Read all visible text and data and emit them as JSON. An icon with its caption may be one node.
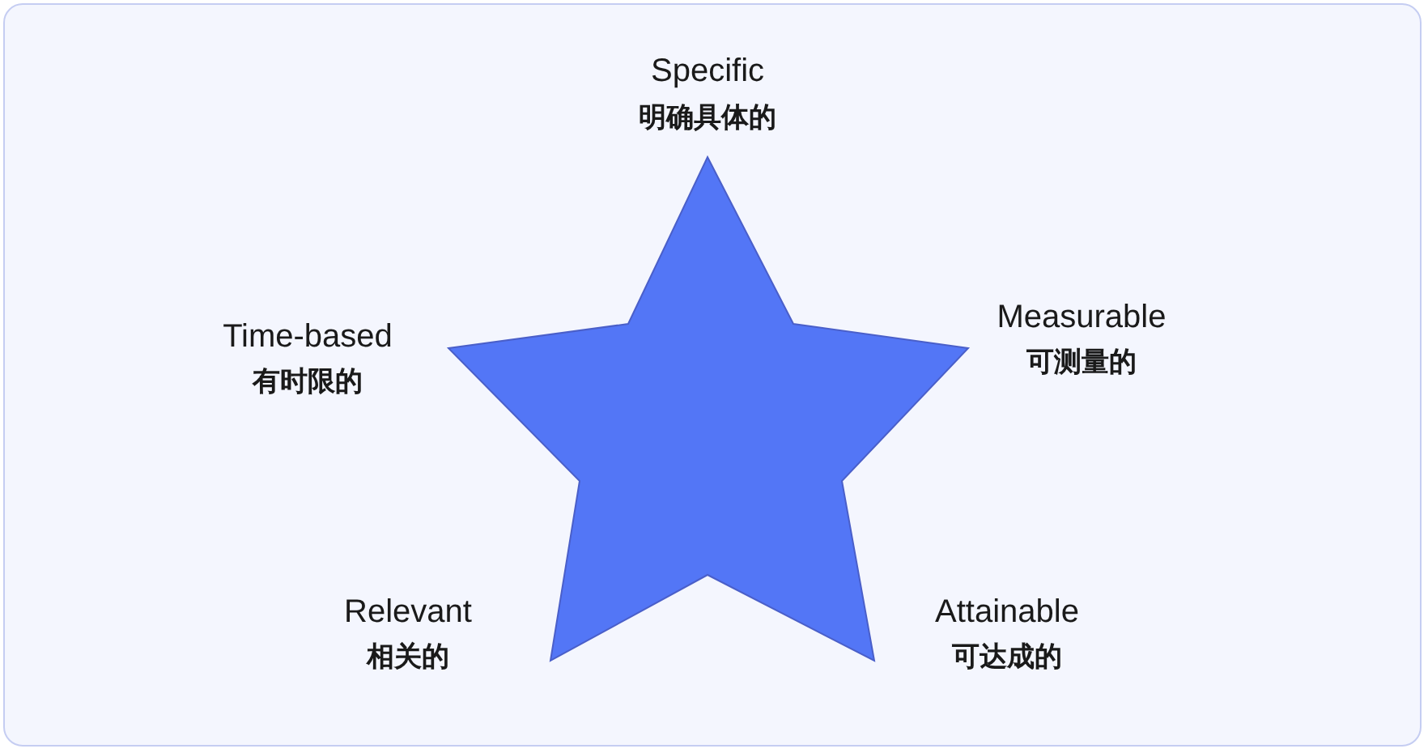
{
  "diagram": {
    "nodes": [
      {
        "text": [],
        "shape": "star"
      }
    ],
    "labels": [
      "Specific",
      "明确具体的",
      "Time-based",
      "有时限的",
      "Measurable",
      "可测量的",
      "Relevant",
      "相关的",
      "Attainable",
      "可达成的"
    ]
  }
}
